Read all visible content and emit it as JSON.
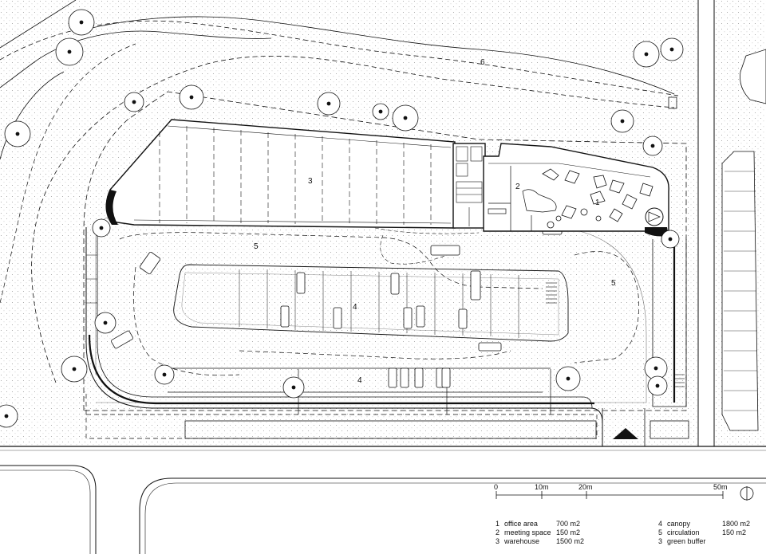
{
  "zones": [
    {
      "label": "1"
    },
    {
      "label": "2"
    },
    {
      "label": "3"
    },
    {
      "label": "4"
    },
    {
      "label": "4"
    },
    {
      "label": "5"
    },
    {
      "label": "5"
    },
    {
      "label": "6"
    }
  ],
  "scale_bar": {
    "labels": [
      "0",
      "10m",
      "20m",
      "50m"
    ],
    "values_m": [
      0,
      10,
      20,
      50
    ]
  },
  "legend": {
    "left": [
      {
        "num": "1",
        "name": "office area",
        "area": "700 m2"
      },
      {
        "num": "2",
        "name": "meeting space",
        "area": "150 m2"
      },
      {
        "num": "3",
        "name": "warehouse",
        "area": "1500 m2"
      }
    ],
    "right": [
      {
        "num": "4",
        "name": "canopy",
        "area": "1800 m2"
      },
      {
        "num": "5",
        "name": "circulation",
        "area": "150 m2"
      },
      {
        "num": "3",
        "name": "green buffer",
        "area": ""
      }
    ]
  },
  "icons": {
    "north": "north-arrow-icon",
    "entrance": "entrance-triangle-icon",
    "tree": "tree-icon"
  },
  "colors": {
    "line": "#111111",
    "stipple": "#9a9a9a",
    "background": "#ffffff"
  }
}
